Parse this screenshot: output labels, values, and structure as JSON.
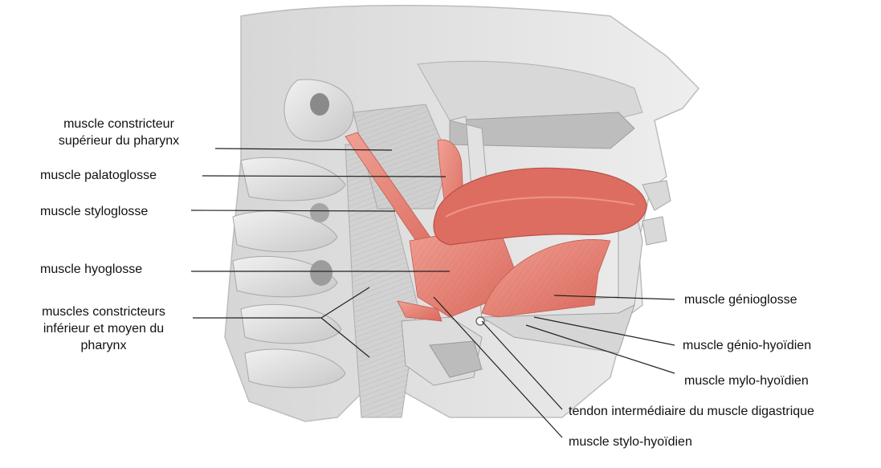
{
  "labels": {
    "constricteur_superieur": [
      "muscle constricteur",
      "supérieur du pharynx"
    ],
    "palatoglosse": "muscle palatoglosse",
    "styloglosse": "muscle styloglosse",
    "hyoglosse": "muscle hyoglosse",
    "constricteurs_inf_moyen": [
      "muscles constricteurs",
      "inférieur et moyen du",
      "pharynx"
    ],
    "genioglosse": "muscle génioglosse",
    "genio_hyoidien": "muscle génio-hyoïdien",
    "mylo_hyoidien": "muscle mylo-hyoïdien",
    "tendon_digastrique": "tendon intermédiaire du muscle digastrique",
    "stylo_hyoidien": "muscle stylo-hyoïdien"
  },
  "colors": {
    "muscle_red": "#e9867a",
    "muscle_red_dark": "#c95f55",
    "tongue": "#df6a5e",
    "bone": "#e6e6e6",
    "bone_shade": "#c9c9c9",
    "leader_line": "#222222"
  }
}
